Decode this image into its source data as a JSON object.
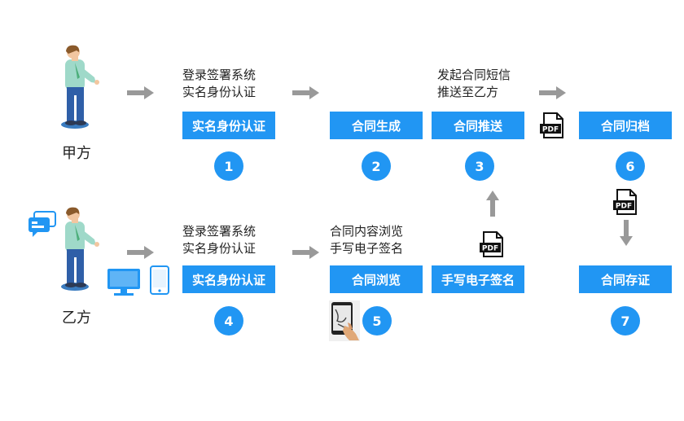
{
  "parties": {
    "a": "甲方",
    "b": "乙方"
  },
  "descriptions": {
    "login_a": [
      "登录签署系统",
      "实名身份认证"
    ],
    "push_sms": [
      "发起合同短信",
      "推送至乙方"
    ],
    "login_b": [
      "登录签署系统",
      "实名身份认证"
    ],
    "browse": [
      "合同内容浏览",
      "手写电子签名"
    ]
  },
  "steps": {
    "auth_a": "实名身份认证",
    "generate": "合同生成",
    "push": "合同推送",
    "archive": "合同归档",
    "auth_b": "实名身份认证",
    "browse": "合同浏览",
    "sign": "手写电子签名",
    "deposit": "合同存证"
  },
  "numbers": {
    "n1": "1",
    "n2": "2",
    "n3": "3",
    "n4": "4",
    "n5": "5",
    "n6": "6",
    "n7": "7"
  },
  "pdf_label": "PDF",
  "colors": {
    "step_blue": "#2196f3",
    "arrow_gray": "#999999"
  }
}
